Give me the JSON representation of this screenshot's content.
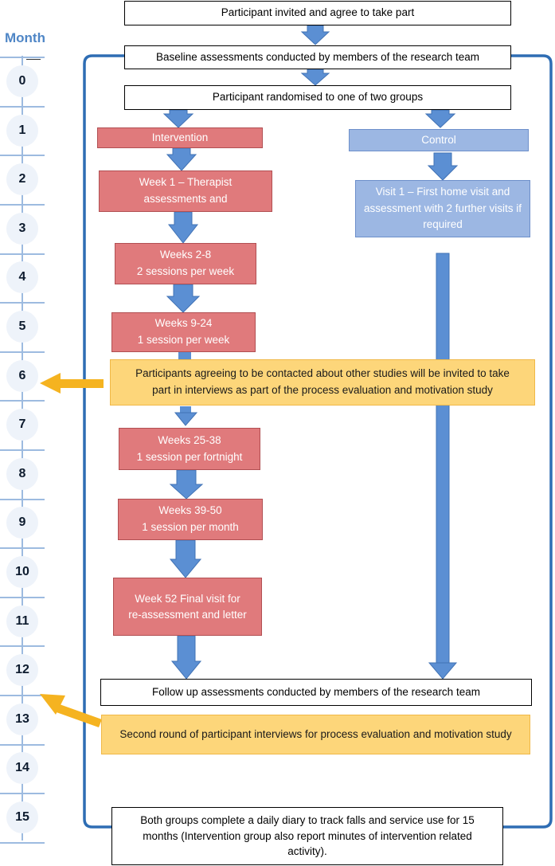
{
  "timeline": {
    "label": "Month",
    "months": [
      "0",
      "1",
      "2",
      "3",
      "4",
      "5",
      "6",
      "7",
      "8",
      "9",
      "10",
      "11",
      "12",
      "13",
      "14",
      "15"
    ]
  },
  "boxes": {
    "invited": "Participant invited and agree to take part",
    "baseline": "Baseline assessments conducted by members of the research team",
    "randomised": "Participant randomised to one of two groups",
    "intervention": "Intervention",
    "control": "Control",
    "week1": "Week 1 – Therapist assessments and",
    "weeks_2_8": "Weeks 2-8\n2 sessions per week",
    "weeks_9_24": "Weeks 9-24\n1 session per week",
    "interviews_1": "Participants agreeing to be contacted about other studies will be invited to take part in interviews as part of the process evaluation and motivation study",
    "weeks_25_38": "Weeks 25-38\n1 session per fortnight",
    "weeks_39_50": "Weeks 39-50\n1 session per month",
    "week_52": "Week 52\nFinal visit for re-assessment and letter",
    "visit_1": "Visit 1 – First home visit and assessment with 2 further visits if required",
    "follow_up": "Follow up assessments conducted by members of the research team",
    "interviews_2": "Second round of participant interviews for process evaluation and motivation study",
    "diary": "Both groups complete a daily diary to track falls and service use for 15 months (Intervention group also report minutes of intervention related activity)."
  },
  "colors": {
    "timeline_blue": "#4f86c6",
    "arrow_blue": "#5b8fd3",
    "intervention_red": "#e07a7c",
    "control_blue": "#9cb7e3",
    "highlight_yellow": "#fdd67a",
    "pointer_yellow": "#f5b320",
    "bracket_blue": "#2e6db4"
  }
}
